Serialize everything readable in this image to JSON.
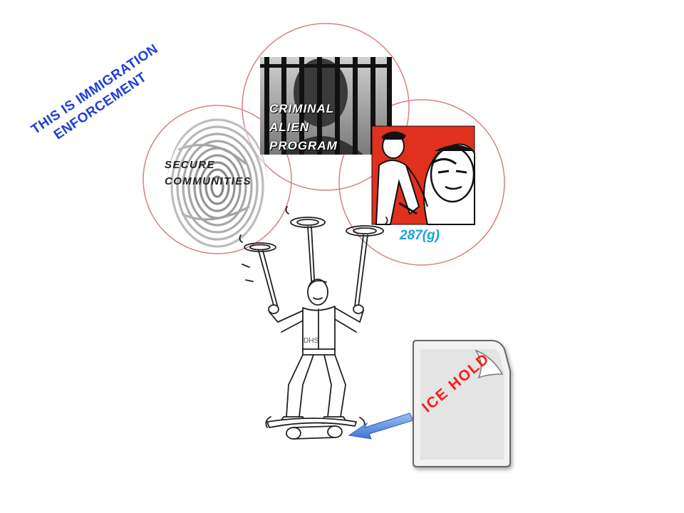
{
  "title": {
    "line1": "THIS IS IMMIGRATION",
    "line2": "ENFORCEMENT"
  },
  "programs": {
    "secure_communities": {
      "line1": "SECURE",
      "line2": "COMMUNITIES"
    },
    "criminal_alien_program": {
      "line1": "CRIMINAL",
      "line2": "ALIEN",
      "line3": "PROGRAM"
    },
    "p287g": "287(g)"
  },
  "figure_shirt_label": "DHS",
  "document_label": "ICE HOLD",
  "colors": {
    "title": "#1f3fd8",
    "circle_stroke": "#d98080",
    "label_287g": "#1aa3d9",
    "ice_hold": "#ff1a1a",
    "arrow": "#5b8fe0",
    "poster_red": "#e0301e"
  },
  "icons": {
    "fingerprint": "fingerprint-icon",
    "jail": "jail-bars-icon",
    "arrest": "arrest-poster-icon",
    "juggler": "plate-spinner-figure",
    "document": "document-page-icon",
    "arrow": "arrow-left-icon"
  }
}
